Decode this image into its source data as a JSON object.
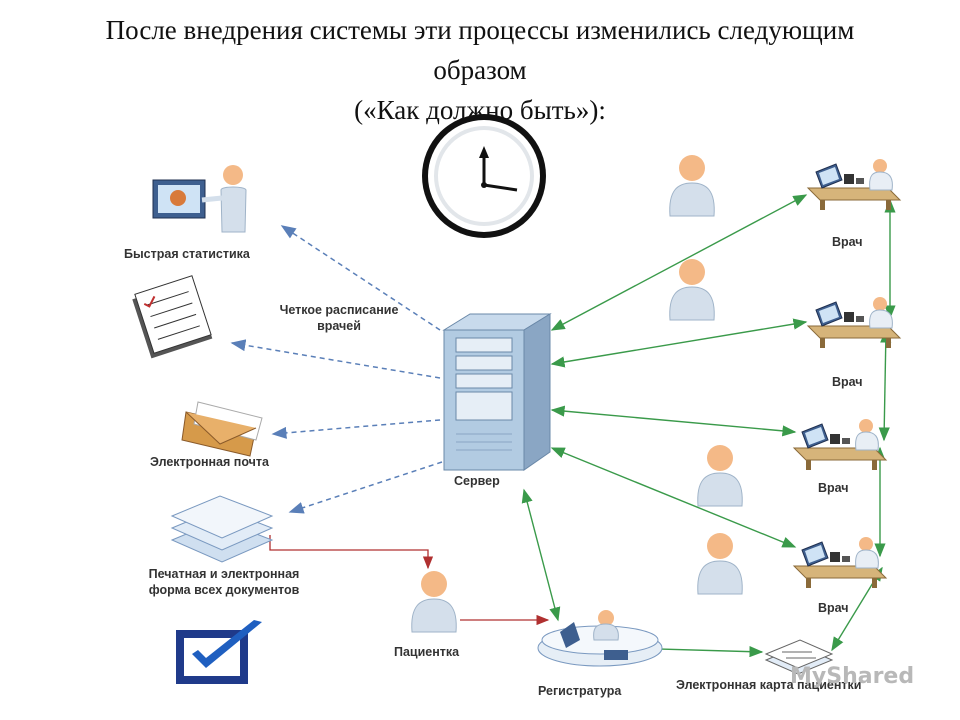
{
  "title": {
    "line1": "После внедрения системы эти процессы изменились следующим",
    "line2": "образом",
    "line3": "(«Как должно быть»):"
  },
  "labels": {
    "stats": "Быстрая статистика",
    "schedule1": "Четкое расписание",
    "schedule2": "врачей",
    "email": "Электронная почта",
    "docs1": "Печатная и электронная",
    "docs2": "форма всех документов",
    "server": "Сервер",
    "patient": "Пациентка",
    "registry": "Регистратура",
    "card": "Электронная карта пациентки",
    "doctor1": "Врач",
    "doctor2": "Врач",
    "doctor3": "Врач",
    "doctor4": "Врач"
  },
  "icons": [
    "clock-icon",
    "presenter-icon",
    "checklist-icon",
    "envelope-icon",
    "documents-icon",
    "server-icon",
    "person-icon",
    "doctor-desk-icon",
    "reception-desk-icon",
    "patient-card-icon",
    "checkmark-logo-icon"
  ],
  "colors": {
    "dashed_arrow": "#5a7fb8",
    "green_arrow": "#3a9a4a",
    "red_arrow": "#b03030",
    "person": "#f2b27a",
    "server": "#a9c4dc"
  },
  "watermark": "MyShared"
}
